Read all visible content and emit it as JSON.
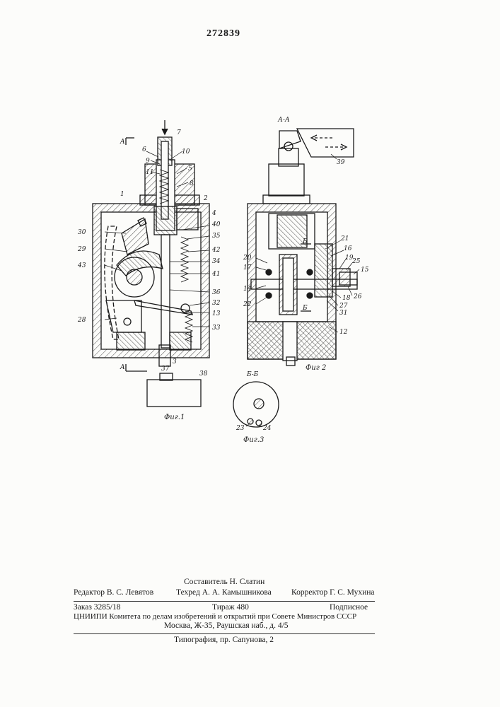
{
  "document": {
    "patent_number": "272839"
  },
  "figures": {
    "fig1": {
      "caption": "Фиг.1",
      "section_marker": "A",
      "labels": [
        "7",
        "6",
        "10",
        "9",
        "5",
        "11",
        "8",
        "1",
        "2",
        "4",
        "30",
        "40",
        "35",
        "29",
        "42",
        "43",
        "34",
        "41",
        "36",
        "32",
        "13",
        "28",
        "33",
        "3",
        "37",
        "38"
      ]
    },
    "fig2": {
      "caption": "Фиг 2",
      "section_title": "А-А",
      "section_marker": "Б",
      "labels": [
        "39",
        "21",
        "16",
        "20",
        "17",
        "25",
        "15",
        "19",
        "14",
        "22",
        "18",
        "26",
        "27",
        "31",
        "12"
      ]
    },
    "fig3": {
      "caption": "Фиг.3",
      "section_title": "Б-Б",
      "labels": [
        "23",
        "24"
      ]
    }
  },
  "colophon": {
    "compiler": "Составитель Н. Слатин",
    "editor": "Редактор В. С. Левятов",
    "tech_editor": "Техред А. А. Камышникова",
    "proofreader": "Корректор Г. С. Мухина",
    "order": "Заказ 3285/18",
    "circulation": "Тираж 480",
    "subscription": "Подписное",
    "org_line": "ЦНИИПИ Комитета по делам изобретений и открытий при Совете Министров СССР",
    "address": "Москва, Ж-35, Раушская наб., д. 4/5",
    "printing_house": "Типография, пр. Сапунова, 2"
  }
}
